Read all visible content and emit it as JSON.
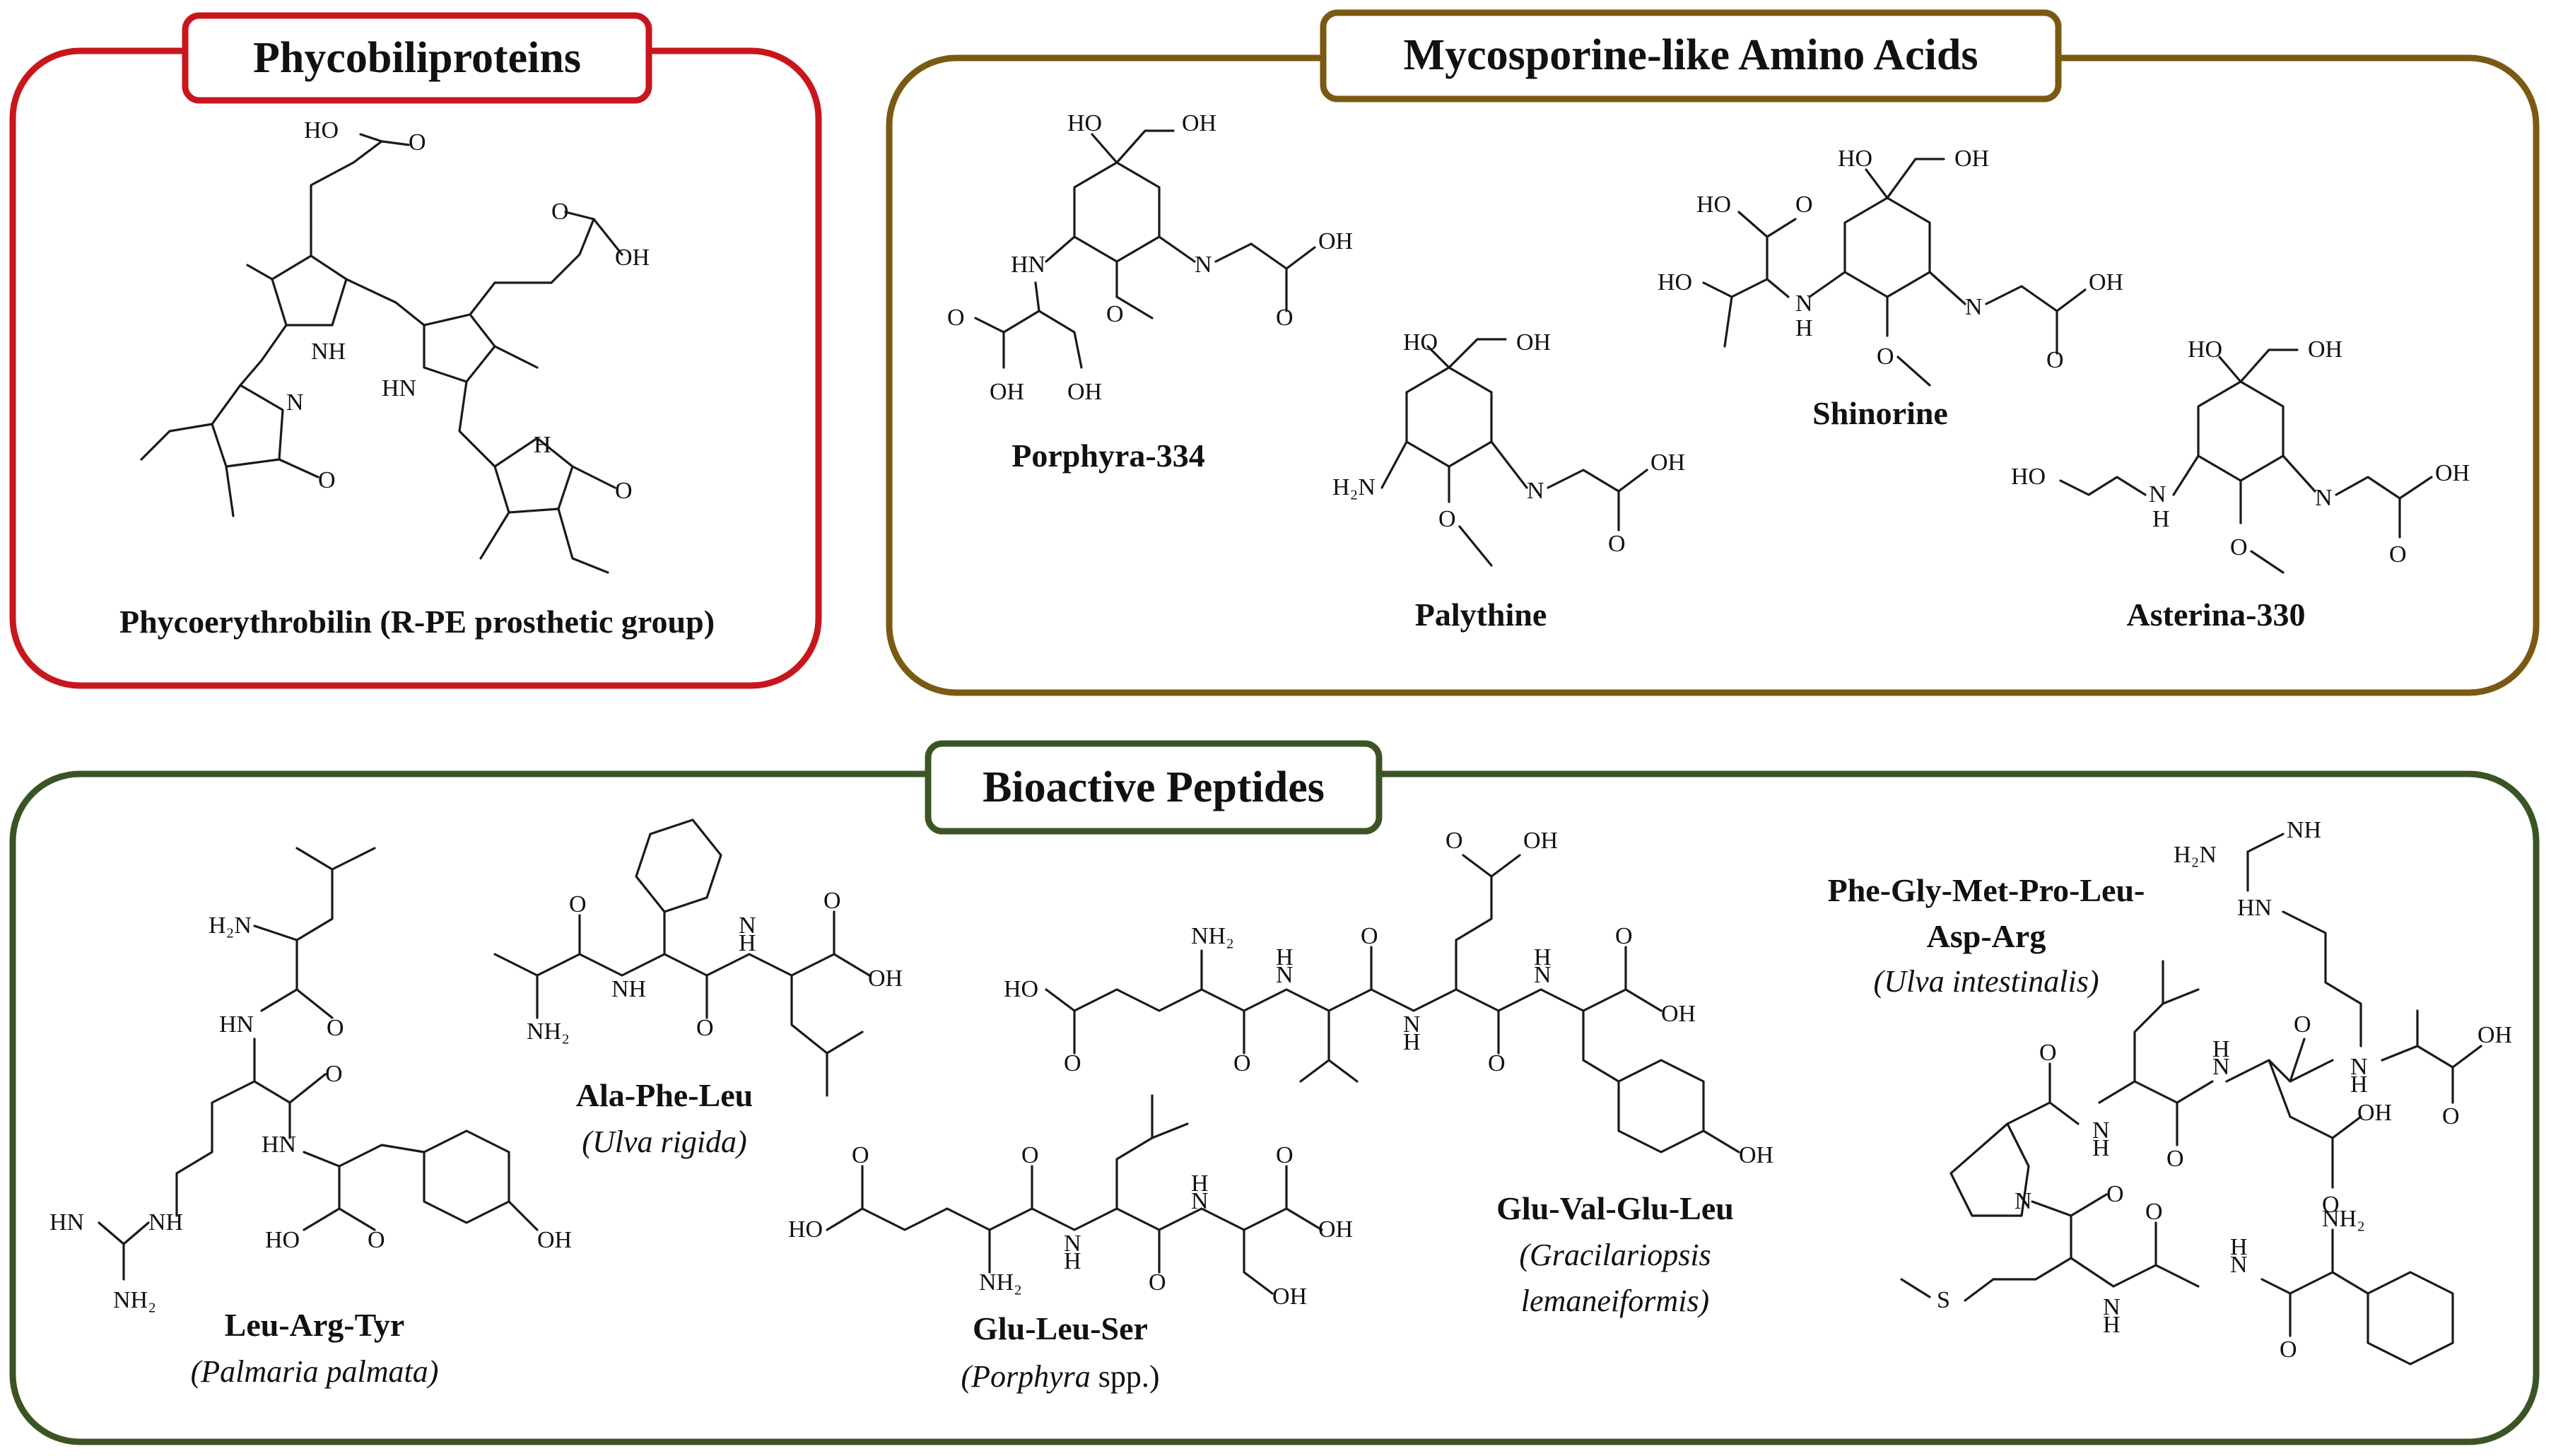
{
  "panels": {
    "phycobiliproteins": {
      "title": "Phycobiliproteins",
      "color": "#c8161d",
      "compounds": [
        {
          "name": "Phycoerythrobilin (R-PE prosthetic group)"
        }
      ]
    },
    "maa": {
      "title": "Mycosporine-like Amino Acids",
      "color": "#7a5a12",
      "compounds": [
        {
          "name": "Porphyra-334"
        },
        {
          "name": "Palythine"
        },
        {
          "name": "Shinorine"
        },
        {
          "name": "Asterina-330"
        }
      ]
    },
    "peptides": {
      "title": "Bioactive Peptides",
      "color": "#3b5424",
      "compounds": [
        {
          "name": "Leu-Arg-Tyr",
          "species": "(Palmaria palmata)"
        },
        {
          "name": "Ala-Phe-Leu",
          "species": "(Ulva rigida)"
        },
        {
          "name": "Glu-Leu-Ser",
          "species_italic": "(Porphyra",
          "species_plain": " spp.)"
        },
        {
          "name": "Glu-Val-Glu-Leu",
          "species_line1": "(Gracilariopsis",
          "species_line2": "lemaneiformis)"
        },
        {
          "name_line1": "Phe-Gly-Met-Pro-Leu-",
          "name_line2": "Asp-Arg",
          "species": "(Ulva intestinalis)"
        }
      ]
    }
  },
  "atom_labels": {
    "HO": "HO",
    "OH": "OH",
    "O": "O",
    "N": "N",
    "NH": "NH",
    "HN": "HN",
    "H": "H",
    "H2N": "H₂N",
    "NH2": "NH₂",
    "S": "S"
  }
}
